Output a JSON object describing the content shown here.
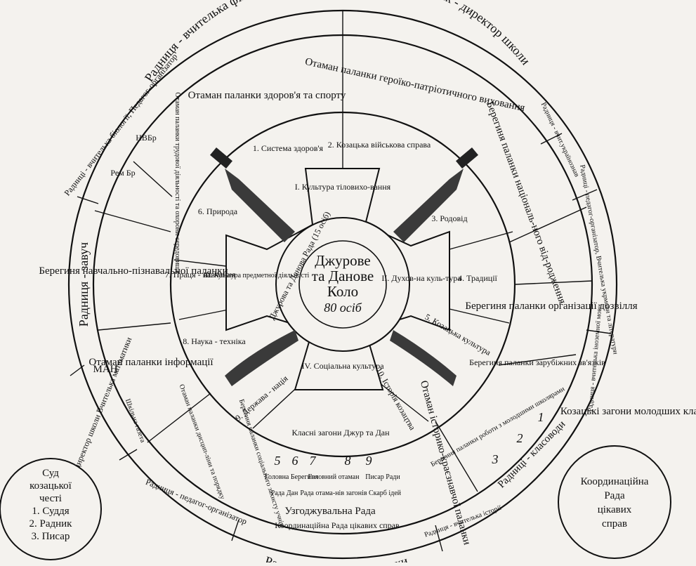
{
  "outer_ring": {
    "top_left": "Радниця - вчителька фізкультури",
    "top_right": "Радник - директор школи",
    "left": "Радниця - завуч",
    "bottom": "Радники - класні керівники",
    "bottom_left": "Радниця - педагог-організатор",
    "right_top": "Радниця - вчит.українознав",
    "right_mid": "Радниці - педагог-організатор, Вчителька укрмови та літератури",
    "right_low": "Радниця - вчителька іноземної мови",
    "right_bottom": "Радниці - класоводи",
    "bottom_small": "Радниця - вчителька історії",
    "left_top_small": "Радниці - вчителька біології, Педагог-організатор",
    "left_bottom_small": "Радники - директор школи Вчителька математики"
  },
  "middle_ring": {
    "health": "Отаман паланки здоров'я та спорту",
    "patriotic": "Отаман паланки героїко-патріотичного виховання",
    "national": "Берегиня паланки національ-ного від-родження",
    "leisure": "Берегиня паланки організації дозвілля",
    "foreign": "Берегиня паланки зарубіжних зв'язків",
    "history": "Отаман історико-краєзнавчої паланки",
    "social": "Берегиня паланки соціального захисту учнів",
    "discipline": "Отаман паланки дисцип-ліни та порядку",
    "info": "Отаман паланки інформації",
    "education": "Берегиня навчально-пізнавальної паланки",
    "labour": "Отаман паланки трудової діяльності та охорони середовища",
    "nvbr": "НВБр",
    "rembr": "Рем Бр",
    "man": "МАН",
    "gazette": "Шкільна газета",
    "juniors_work": "Берегиня паланки роботи з молодшими школярами"
  },
  "inner_ring": {
    "s1": "1. Система здоров'я",
    "s2": "2. Козацька військова справа",
    "s3": "3. Родовід",
    "s4": "4. Традиції",
    "s5": "5. Козацька культура",
    "s6": "6. Природа",
    "s7": "7. Праця - навчання",
    "s8": "8. Наука - техніка",
    "s9": "9. Держава - нація",
    "s10": "10. Історія козацтва"
  },
  "cross": {
    "top": "І. Культура тіловихо-вання",
    "right": "ІІ. Духов-на куль-тура",
    "bottom": "ІV. Соціальна культура",
    "left": "ІІІ. Культура предметної діяльності",
    "council": "Джурова та Данова Рада (15 осіб)"
  },
  "center": {
    "line1": "Джурове",
    "line2": "та Данове",
    "line3": "Коло",
    "line4": "80 осіб"
  },
  "bottom_block": {
    "title": "Класні загони Джур та Дан",
    "nums": [
      "5",
      "6",
      "7",
      "8",
      "9"
    ],
    "head_ber": "Головна Берегиня",
    "head_ot": "Головний отаман",
    "scribe": "Писар Ради",
    "rada_dan": "Рада Дан",
    "rada_ot": "Рада отама-нів загонів",
    "treasury": "Скарб ідей",
    "coord": "Узгоджувальна Рада",
    "coord_int": "Координаційна Рада цікавих справ"
  },
  "junior": {
    "nums": [
      "1",
      "2",
      "3"
    ],
    "label": "Козацькі загони молодших класів"
  },
  "court": {
    "title1": "Суд",
    "title2": "козацької",
    "title3": "честі",
    "i1": "1. Суддя",
    "i2": "2. Радник",
    "i3": "3. Писар"
  },
  "council_circle": {
    "l1": "Координаційна",
    "l2": "Рада",
    "l3": "цікавих",
    "l4": "справ"
  },
  "colors": {
    "ink": "#111111",
    "paper": "#f4f2ee",
    "blade": "#3a3a3a"
  }
}
